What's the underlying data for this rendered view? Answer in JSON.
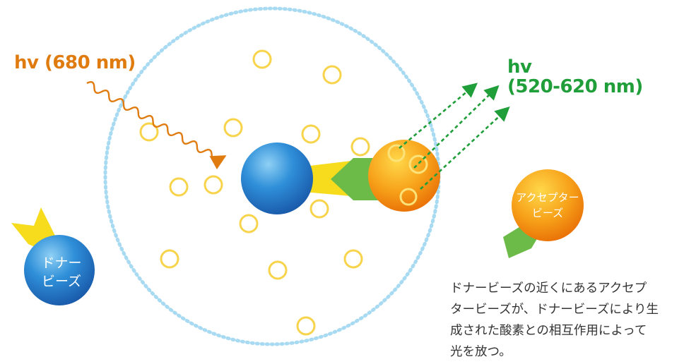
{
  "labels": {
    "excitation": "hv (680 nm)",
    "emission_line1": "hv",
    "emission_line2": "(520-620 nm)",
    "donor_bead": [
      "ドナー",
      "ビーズ"
    ],
    "acceptor_bead": [
      "アクセプター",
      "ビーズ"
    ]
  },
  "description": [
    "ドナービーズの近くにあるアクセプ",
    "タービーズが、ドナービーズにより生",
    "成された酸素との相互作用によって",
    "光を放つ。"
  ],
  "colors": {
    "excitation_orange": "#e07b10",
    "emission_green": "#1f9e3a",
    "donor_blue": "#1f6fc4",
    "acceptor_orange": "#f08a00",
    "oxygen_ring_yellow": "#f7d44c",
    "diffusion_boundary": "#a8daf2",
    "antibody_yellow": "#f7dc1e",
    "antibody_green": "#6cbb48"
  }
}
